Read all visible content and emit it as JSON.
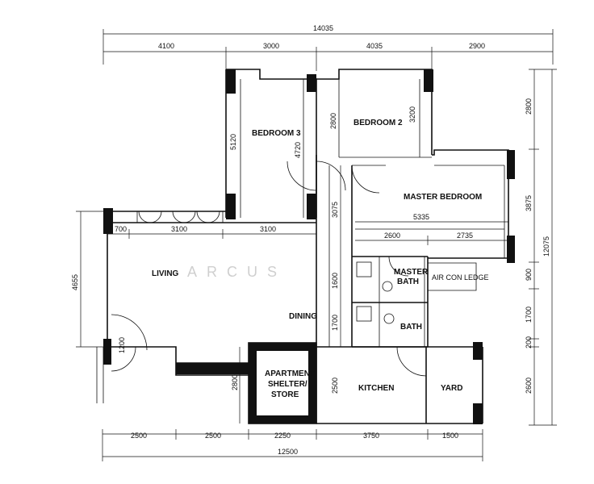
{
  "watermark": "ARCUS",
  "rooms": {
    "bedroom3": "BEDROOM 3",
    "bedroom2": "BEDROOM 2",
    "master_bedroom": "MASTER BEDROOM",
    "master_bath_l1": "MASTER",
    "master_bath_l2": "BATH",
    "aircon_ledge": "AIR CON LEDGE",
    "living": "LIVING",
    "dining": "DINING",
    "bath": "BATH",
    "shelter_l1": "APARTMENT",
    "shelter_l2": "SHELTER/",
    "shelter_l3": "STORE",
    "kitchen": "KITCHEN",
    "yard": "YARD"
  },
  "dimensions": {
    "top_total": "14035",
    "top_1": "4100",
    "top_2": "3000",
    "top_3": "4035",
    "top_4": "2900",
    "bottom_1": "2500",
    "bottom_2": "2500",
    "bottom_3": "2250",
    "bottom_4": "3750",
    "bottom_5": "1500",
    "bottom_total": "12500",
    "right_1": "2800",
    "right_2": "3875",
    "right_3": "900",
    "right_4": "1700",
    "right_5": "200",
    "right_6": "2600",
    "right_total": "12075",
    "left_total": "4655",
    "living_1": "700",
    "living_2": "3100",
    "living_3": "3100",
    "bed3_h": "5120",
    "bed3_h2": "4720",
    "bed2_h": "2800",
    "bed2_h2": "3200",
    "corridor_1": "3075",
    "corridor_2": "1600",
    "corridor_3": "1700",
    "kitchen_h": "2500",
    "shelter_h": "2800",
    "master_w": "5335",
    "master_w1": "2600",
    "master_w2": "2735",
    "door_label": "1200"
  }
}
